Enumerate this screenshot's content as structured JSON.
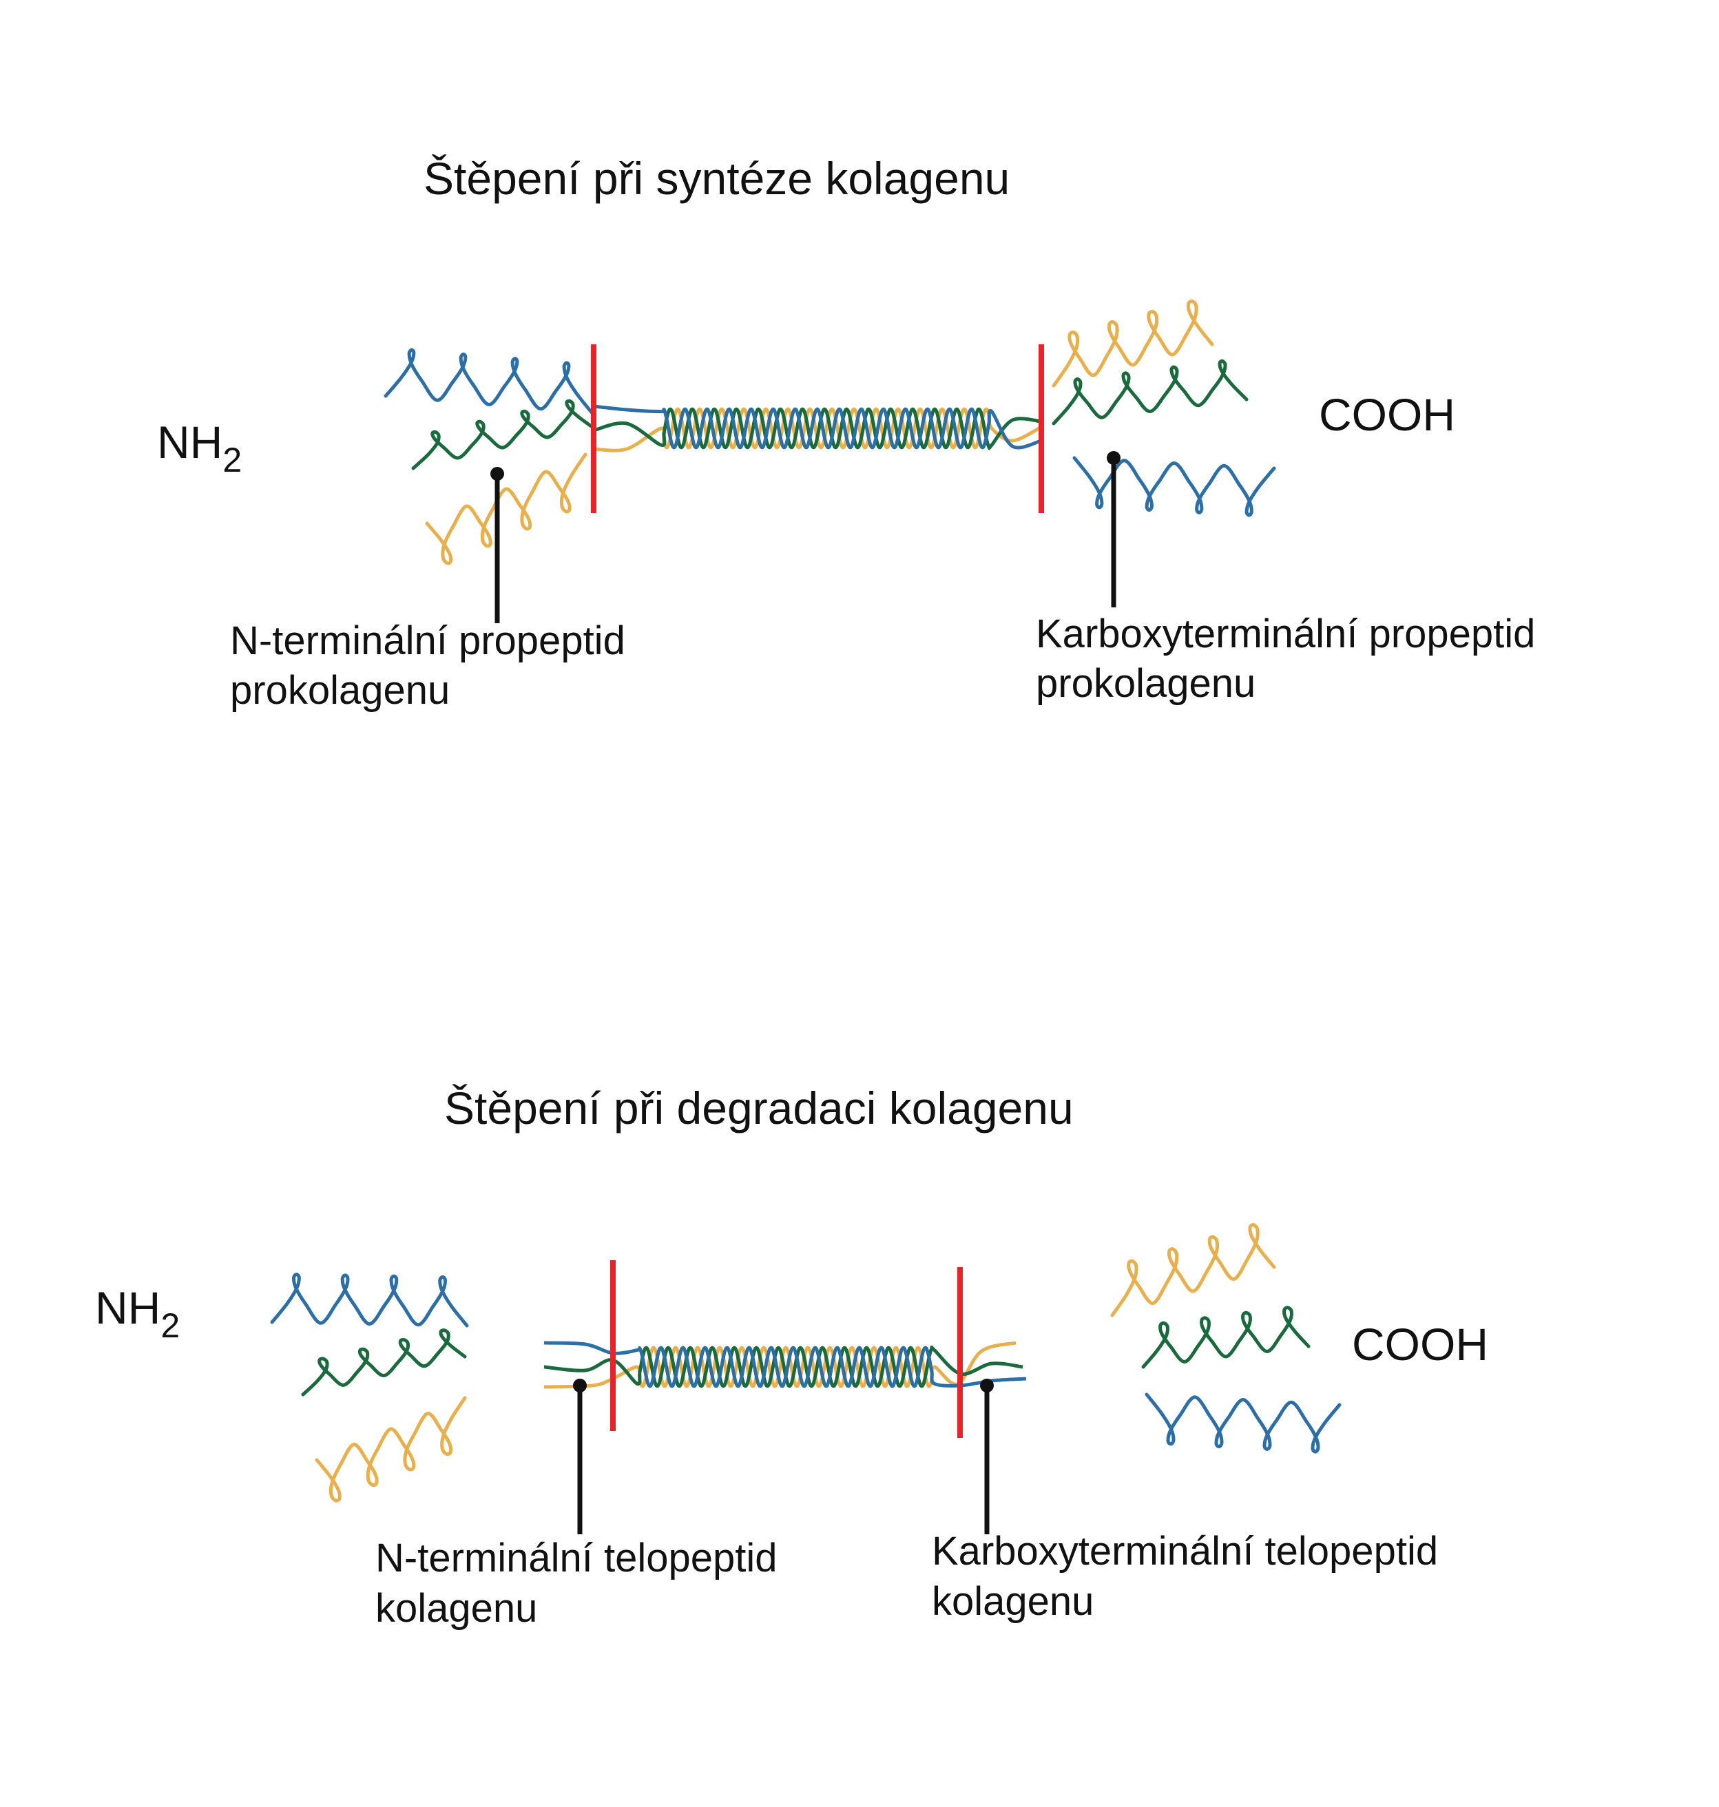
{
  "colors": {
    "blue": "#2b6fa6",
    "green": "#1b6a3e",
    "orange": "#e8b04c",
    "red": "#e8242a",
    "black": "#111111"
  },
  "synthesis": {
    "title": "Štěpení při syntéze kolagenu",
    "nh2_main": "NH",
    "nh2_sub": "2",
    "cooh": "COOH",
    "left_label": [
      "N-terminální propeptid",
      "prokolagenu"
    ],
    "right_label": [
      "Karboxyterminální propeptid",
      "prokolagenu"
    ]
  },
  "degradation": {
    "title": "Štěpení při degradaci kolagenu",
    "nh2_main": "NH",
    "nh2_sub": "2",
    "cooh": "COOH",
    "left_label": [
      "N-terminální telopeptid",
      "kolagenu"
    ],
    "right_label": [
      "Karboxyterminální telopeptid",
      "kolagenu"
    ]
  }
}
